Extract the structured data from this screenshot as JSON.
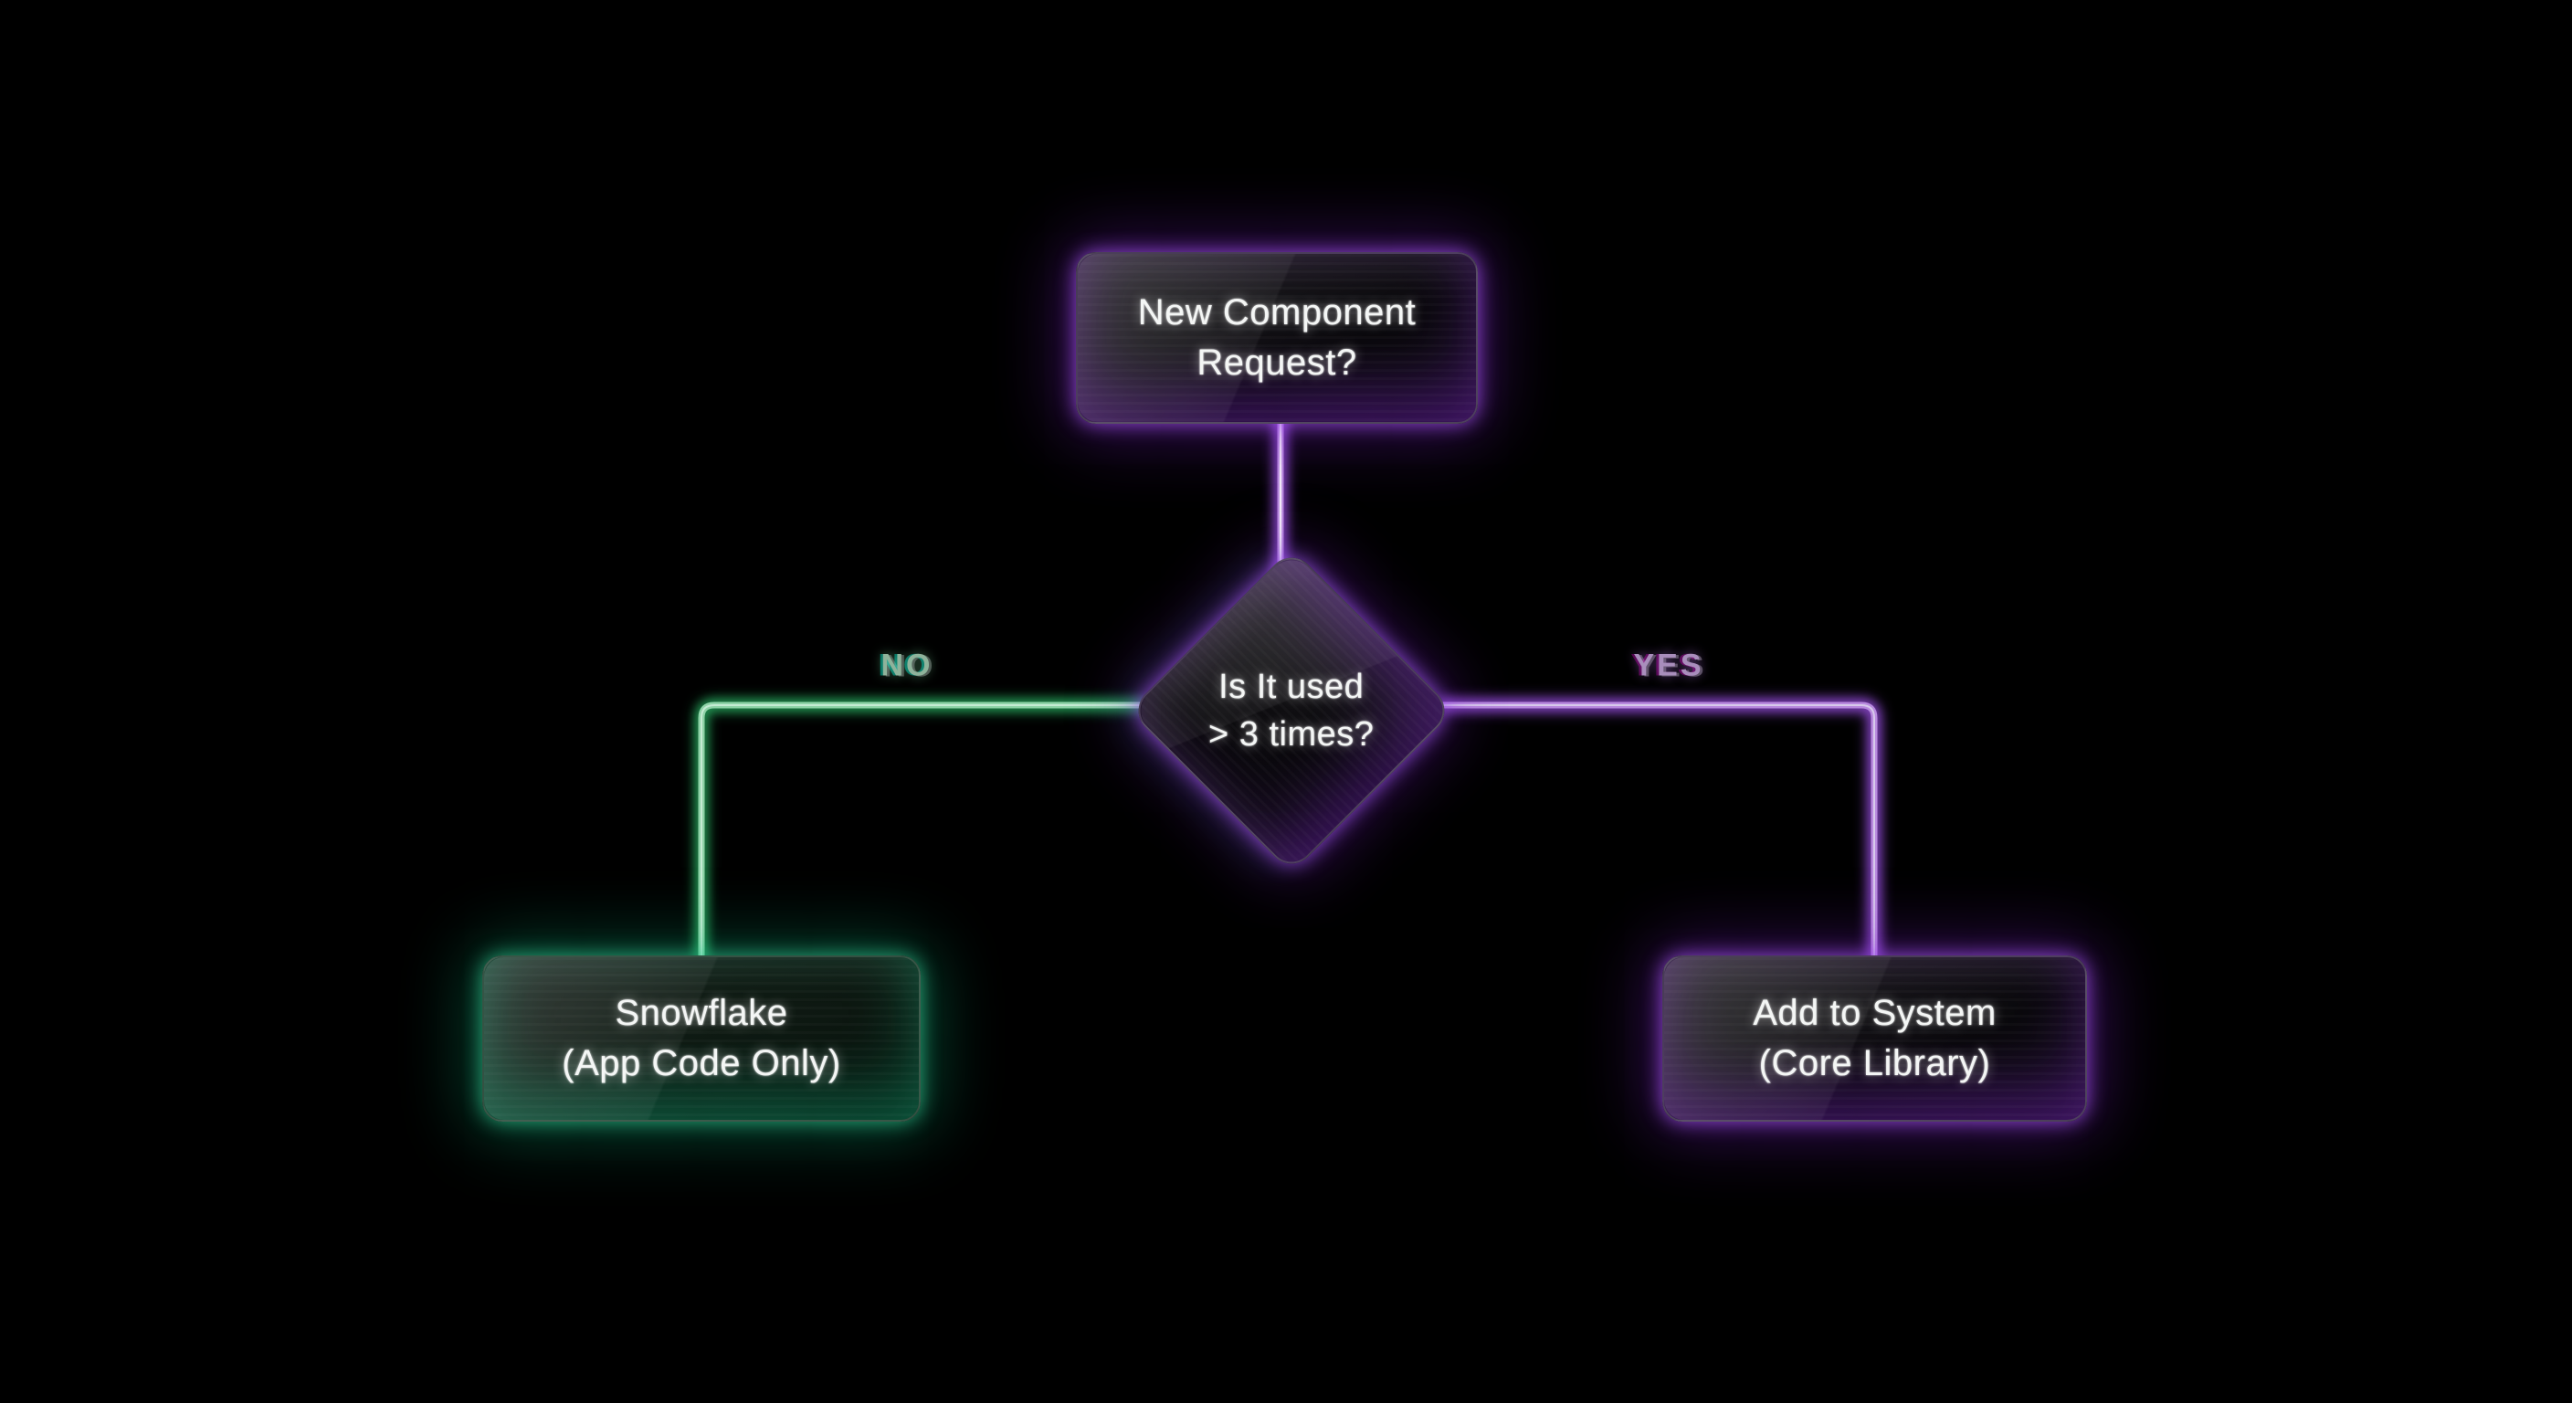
{
  "diagram": {
    "nodes": {
      "start": {
        "line1": "New Component",
        "line2": "Request?"
      },
      "decision": {
        "line1": "Is It used",
        "line2": "> 3 times?"
      },
      "no_outcome": {
        "line1": "Snowflake",
        "line2": "(App Code Only)"
      },
      "yes_outcome": {
        "line1": "Add to System",
        "line2": "(Core Library)"
      }
    },
    "edge_labels": {
      "no": "NO",
      "yes": "YES"
    },
    "colors": {
      "background": "#000000",
      "purple_glow": "#a855f7",
      "green_glow": "#34d399",
      "no_label": "#8fb39b",
      "yes_label": "#a98ebc",
      "node_text": "#f4f6f5"
    }
  }
}
